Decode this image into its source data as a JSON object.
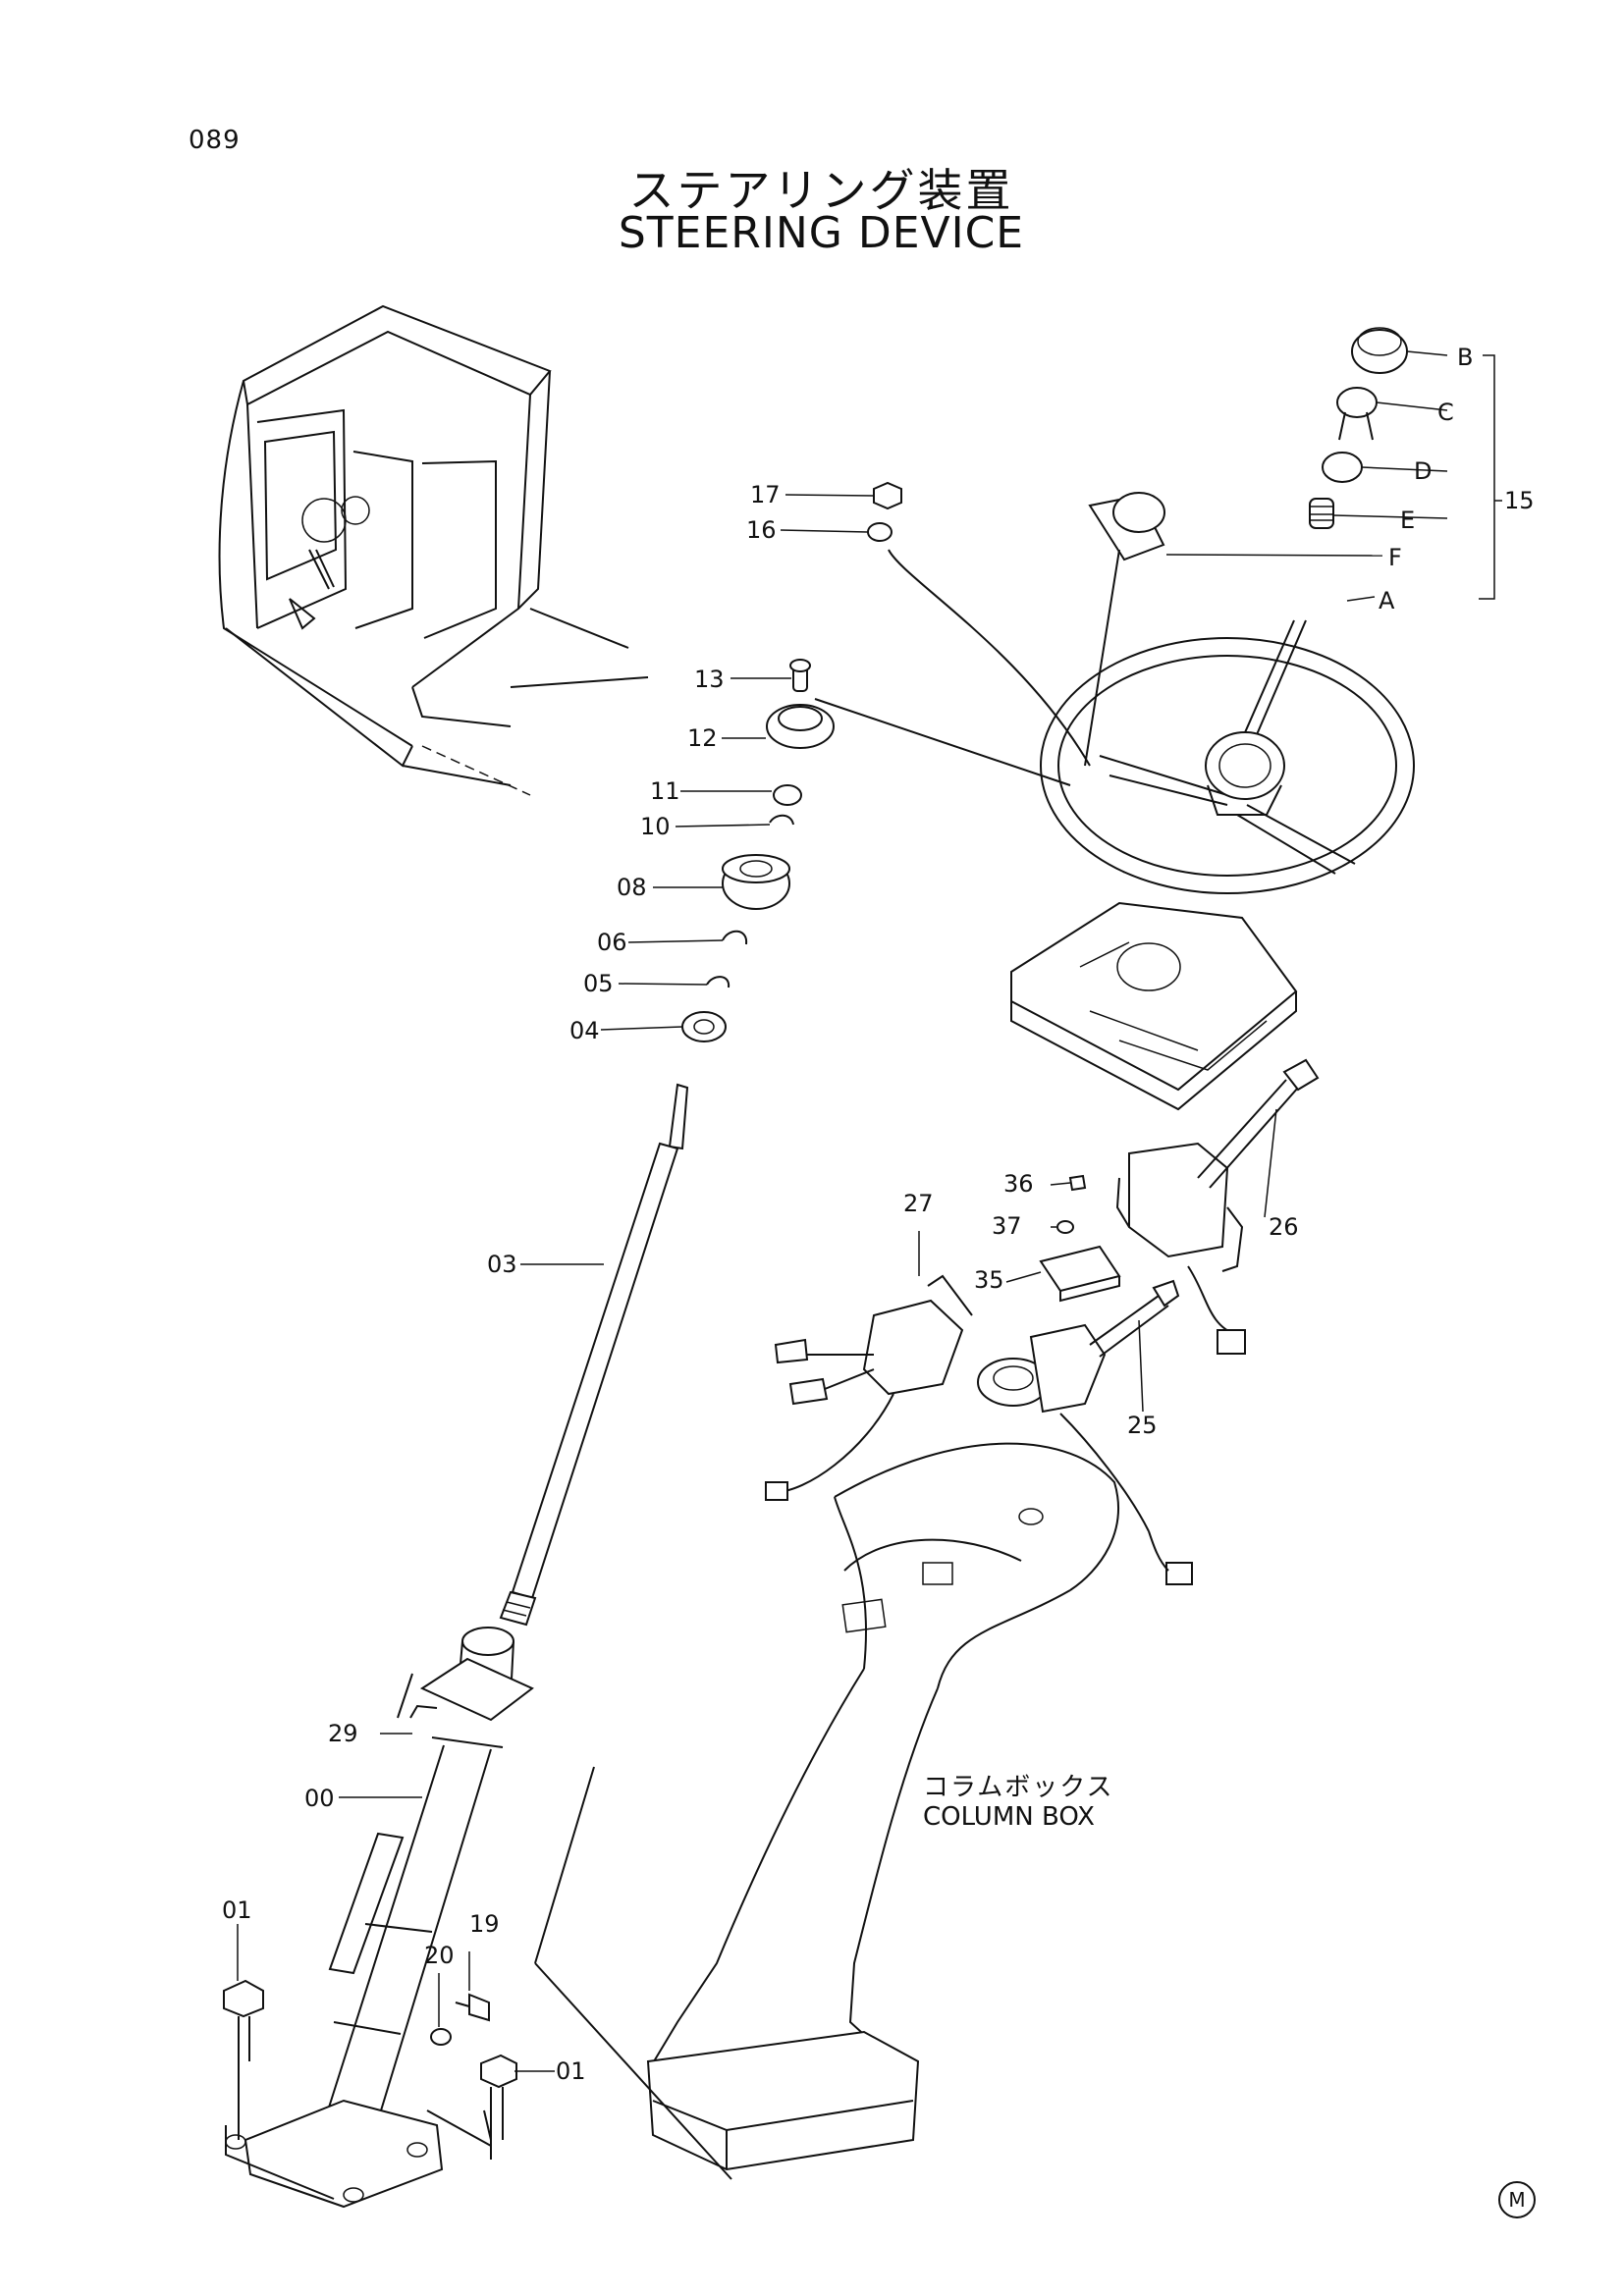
{
  "page_number": "089",
  "title_ja": "ステアリング装置",
  "title_en": "STEERING DEVICE",
  "column_box": {
    "label_ja": "コラムボックス",
    "label_en": "COLUMN BOX"
  },
  "mark": "M",
  "parts": {
    "p00": "00",
    "p01a": "01",
    "p01b": "01",
    "p03": "03",
    "p04": "04",
    "p05": "05",
    "p06": "06",
    "p08": "08",
    "p10": "10",
    "p11": "11",
    "p12": "12",
    "p13": "13",
    "p15": "15",
    "p16": "16",
    "p17": "17",
    "p19": "19",
    "p20": "20",
    "p25": "25",
    "p26": "26",
    "p27": "27",
    "p29": "29",
    "p35": "35",
    "p36": "36",
    "p37": "37",
    "pA": "A",
    "pB": "B",
    "pC": "C",
    "pD": "D",
    "pE": "E",
    "pF": "F"
  }
}
